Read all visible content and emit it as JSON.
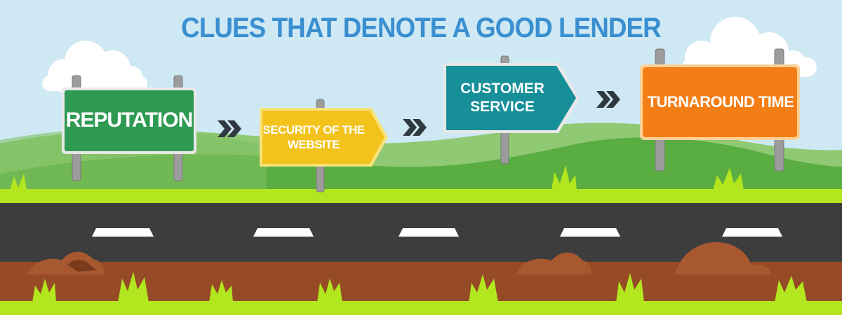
{
  "title": "CLUES THAT DENOTE A GOOD LENDER",
  "signs": [
    {
      "label": "REPUTATION",
      "color": "#2e9a52"
    },
    {
      "label": "SECURITY OF THE WEBSITE",
      "color": "#f3c31c"
    },
    {
      "label": "CUSTOMER SERVICE",
      "color": "#178f98"
    },
    {
      "label": "TURNAROUND TIME",
      "color": "#f47e16"
    }
  ],
  "separator_icon": "double-chevron-right-icon",
  "colors": {
    "sky": "#cfe9f4",
    "title": "#3a8fd0",
    "grass": "#b2e61e",
    "road": "#3d3d3d",
    "soil": "#964b26",
    "hill_dark": "#5aad40",
    "hill_light": "#8fc974"
  }
}
